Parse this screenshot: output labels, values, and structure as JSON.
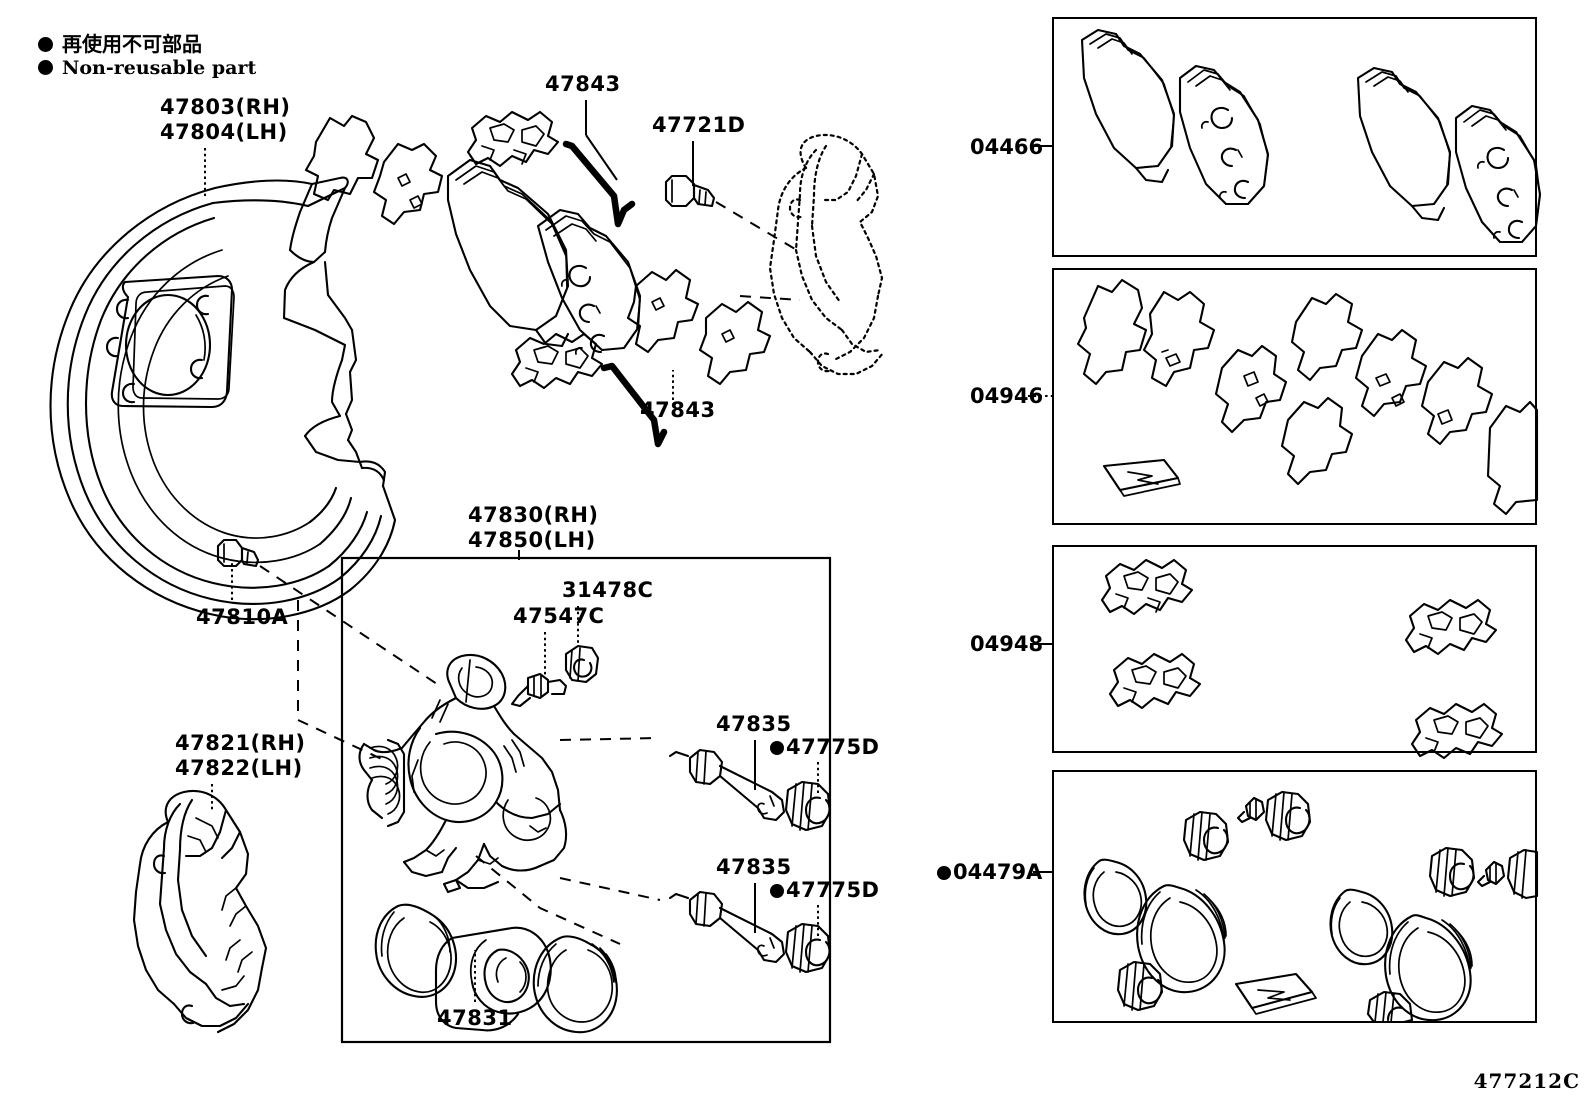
{
  "diagram": {
    "figure_code": "477212C",
    "legend": {
      "japanese": "再使用不可部品",
      "english": "Non-reusable part",
      "marker": "filled-circle"
    },
    "main_labels": [
      {
        "id": "backing-plate",
        "lines": [
          "47803(RH)",
          "47804(LH)"
        ]
      },
      {
        "id": "pad-clip-upper",
        "lines": [
          "47843"
        ]
      },
      {
        "id": "pad-clip-lower",
        "lines": [
          "47843"
        ]
      },
      {
        "id": "slide-bolt",
        "lines": [
          "47721D"
        ]
      },
      {
        "id": "caliper-assy",
        "lines": [
          "47830(RH)",
          "47850(LH)"
        ]
      },
      {
        "id": "bleeder-cap",
        "lines": [
          "31478C"
        ]
      },
      {
        "id": "bleeder-plug",
        "lines": [
          "47547C"
        ]
      },
      {
        "id": "banjo-bolt",
        "lines": [
          "47810A"
        ]
      },
      {
        "id": "mounting-bracket",
        "lines": [
          "47821(RH)",
          "47822(LH)"
        ]
      },
      {
        "id": "slide-pin-upper",
        "lines": [
          "47835"
        ]
      },
      {
        "id": "slide-pin-lower",
        "lines": [
          "47835"
        ]
      },
      {
        "id": "pin-boot-upper",
        "lines": [
          "47775D"
        ],
        "non_reusable": true
      },
      {
        "id": "pin-boot-lower",
        "lines": [
          "47775D"
        ],
        "non_reusable": true
      },
      {
        "id": "piston",
        "lines": [
          "47831"
        ]
      }
    ],
    "kits": [
      {
        "id": "pad-kit",
        "number": "04466",
        "non_reusable": false
      },
      {
        "id": "shim-kit",
        "number": "04946",
        "non_reusable": false
      },
      {
        "id": "fitting-kit",
        "number": "04948",
        "non_reusable": false
      },
      {
        "id": "seal-kit",
        "number": "04479A",
        "non_reusable": true
      }
    ]
  }
}
